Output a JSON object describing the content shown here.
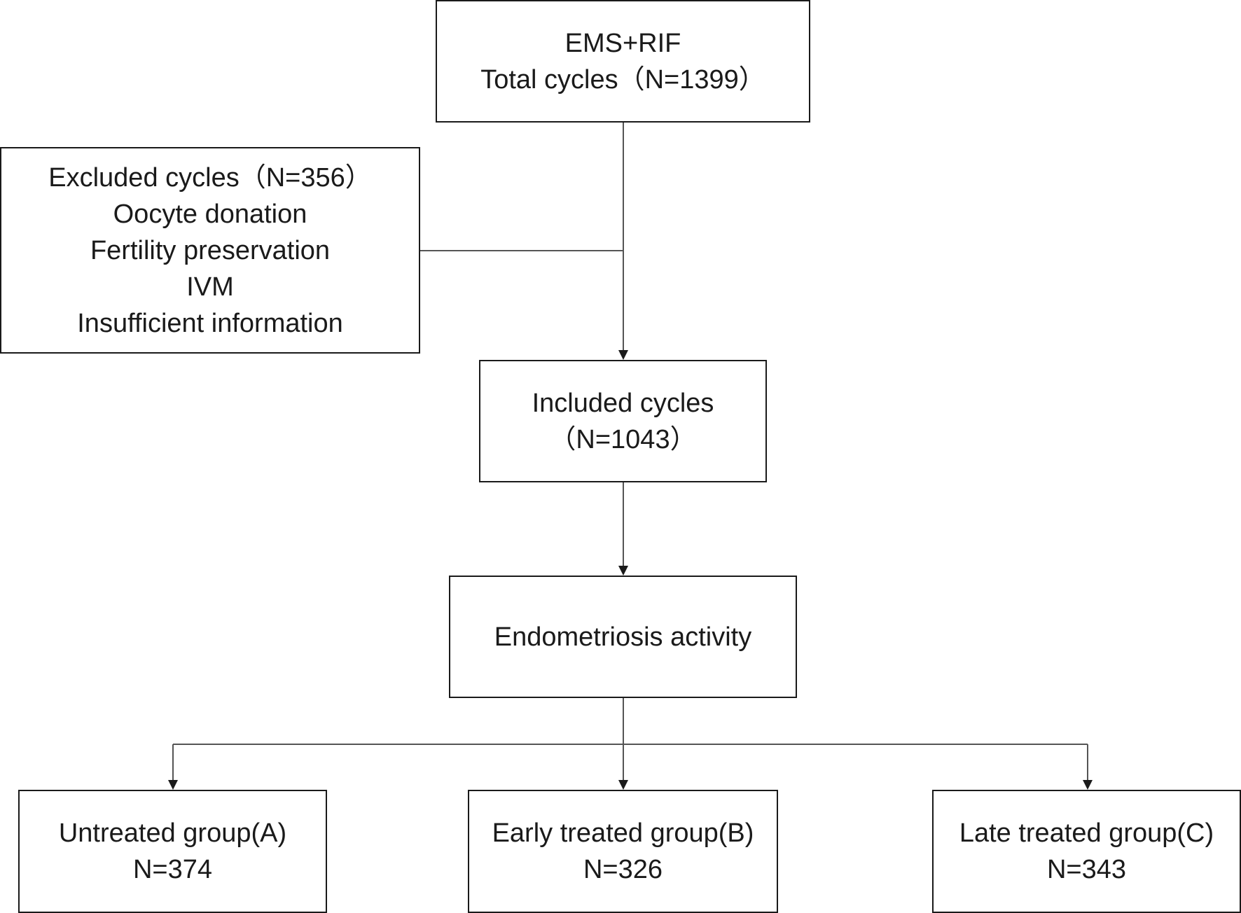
{
  "boxes": {
    "total": {
      "line1": "EMS+RIF",
      "line2": "Total cycles（N=1399）"
    },
    "excluded": {
      "line1": "Excluded cycles（N=356）",
      "line2": "Oocyte donation",
      "line3": "Fertility preservation",
      "line4": "IVM",
      "line5": "Insufficient information"
    },
    "included": {
      "line1": "Included cycles",
      "line2": "（N=1043）"
    },
    "activity": {
      "line1": "Endometriosis activity"
    },
    "group_a": {
      "line1": "Untreated group(A)",
      "line2": "N=374"
    },
    "group_b": {
      "line1": "Early treated group(B)",
      "line2": "N=326"
    },
    "group_c": {
      "line1": "Late treated group(C)",
      "line2": "N=343"
    }
  }
}
